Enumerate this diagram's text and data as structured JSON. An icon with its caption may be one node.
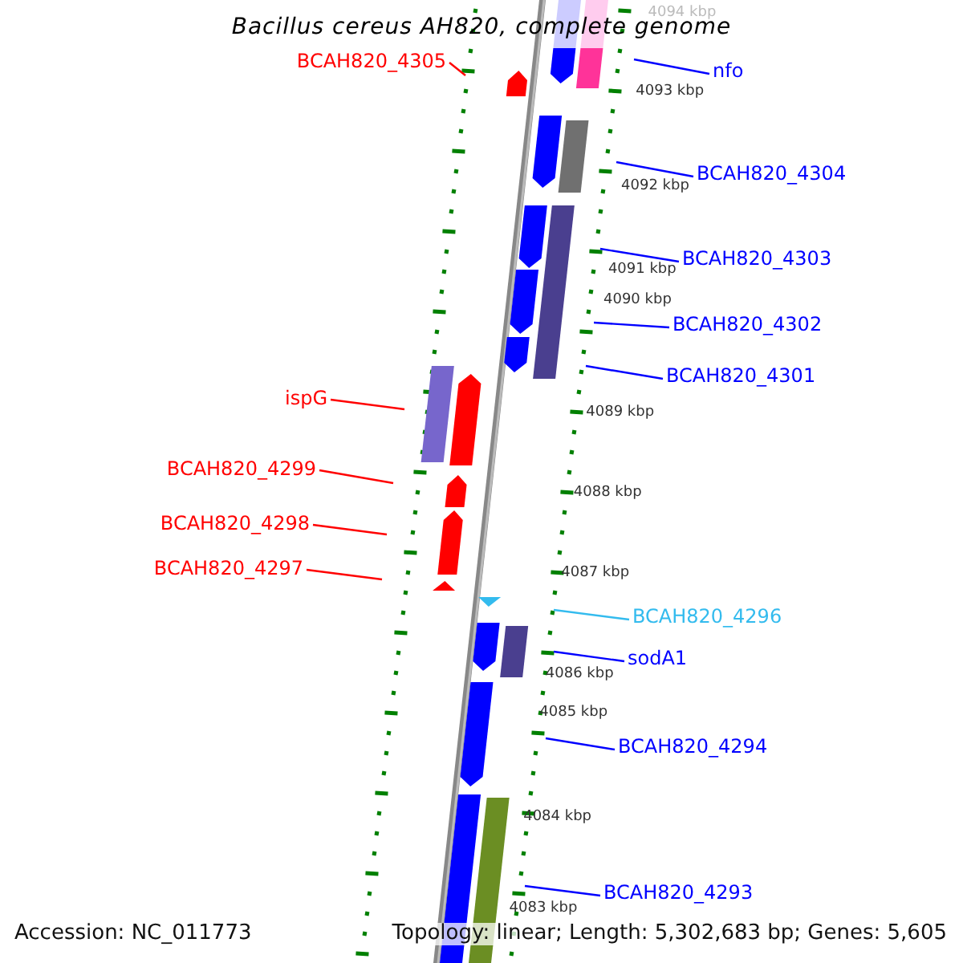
{
  "diagram": {
    "title": "Bacillus cereus AH820, complete genome",
    "nodes": [
      {
        "text": [
          "BCAH820_4305"
        ]
      },
      {
        "text": [
          "nfo"
        ]
      },
      {
        "text": [
          "BCAH820_4304"
        ]
      },
      {
        "text": [
          "BCAH820_4303"
        ]
      },
      {
        "text": [
          "BCAH820_4302"
        ]
      },
      {
        "text": [
          "BCAH820_4301"
        ]
      },
      {
        "text": [
          "ispG"
        ]
      },
      {
        "text": [
          "BCAH820_4299"
        ]
      },
      {
        "text": [
          "BCAH820_4298"
        ]
      },
      {
        "text": [
          "BCAH820_4297"
        ]
      },
      {
        "text": [
          "BCAH820_4296"
        ]
      },
      {
        "text": [
          "sodA1"
        ]
      },
      {
        "text": [
          "BCAH820_4294"
        ]
      },
      {
        "text": [
          "BCAH820_4293"
        ]
      }
    ],
    "edges": [
      {
        "from": 0,
        "to": null,
        "arrow": "none",
        "color": "#ff0000"
      },
      {
        "from": 1,
        "to": null,
        "arrow": "none"
      },
      {
        "from": 2,
        "to": null,
        "arrow": "none"
      },
      {
        "from": 3,
        "to": null,
        "arrow": "none"
      },
      {
        "from": 4,
        "to": null,
        "arrow": "none"
      },
      {
        "from": 5,
        "to": null,
        "arrow": "none"
      },
      {
        "from": 6,
        "to": null,
        "arrow": "none",
        "color": "#ff0000"
      },
      {
        "from": 7,
        "to": null,
        "arrow": "none",
        "color": "#ff0000"
      },
      {
        "from": 8,
        "to": null,
        "arrow": "none",
        "color": "#ff0000"
      },
      {
        "from": 9,
        "to": null,
        "arrow": "none",
        "color": "#ff0000"
      },
      {
        "from": 10,
        "to": null,
        "arrow": "none",
        "color": "#33bbee"
      },
      {
        "from": 11,
        "to": null,
        "arrow": "none"
      },
      {
        "from": 12,
        "to": null,
        "arrow": "none"
      },
      {
        "from": 13,
        "to": null,
        "arrow": "none"
      }
    ],
    "labels": [
      "4094 kbp",
      "4093 kbp",
      "4092 kbp",
      "4091 kbp",
      "4090 kbp",
      "4089 kbp",
      "4088 kbp",
      "4087 kbp",
      "4086 kbp",
      "4085 kbp",
      "4084 kbp",
      "4083 kbp",
      "Accession: NC_011773",
      "Topology: linear; Length: 5,302,683 bp; Genes: 5,605"
    ]
  }
}
